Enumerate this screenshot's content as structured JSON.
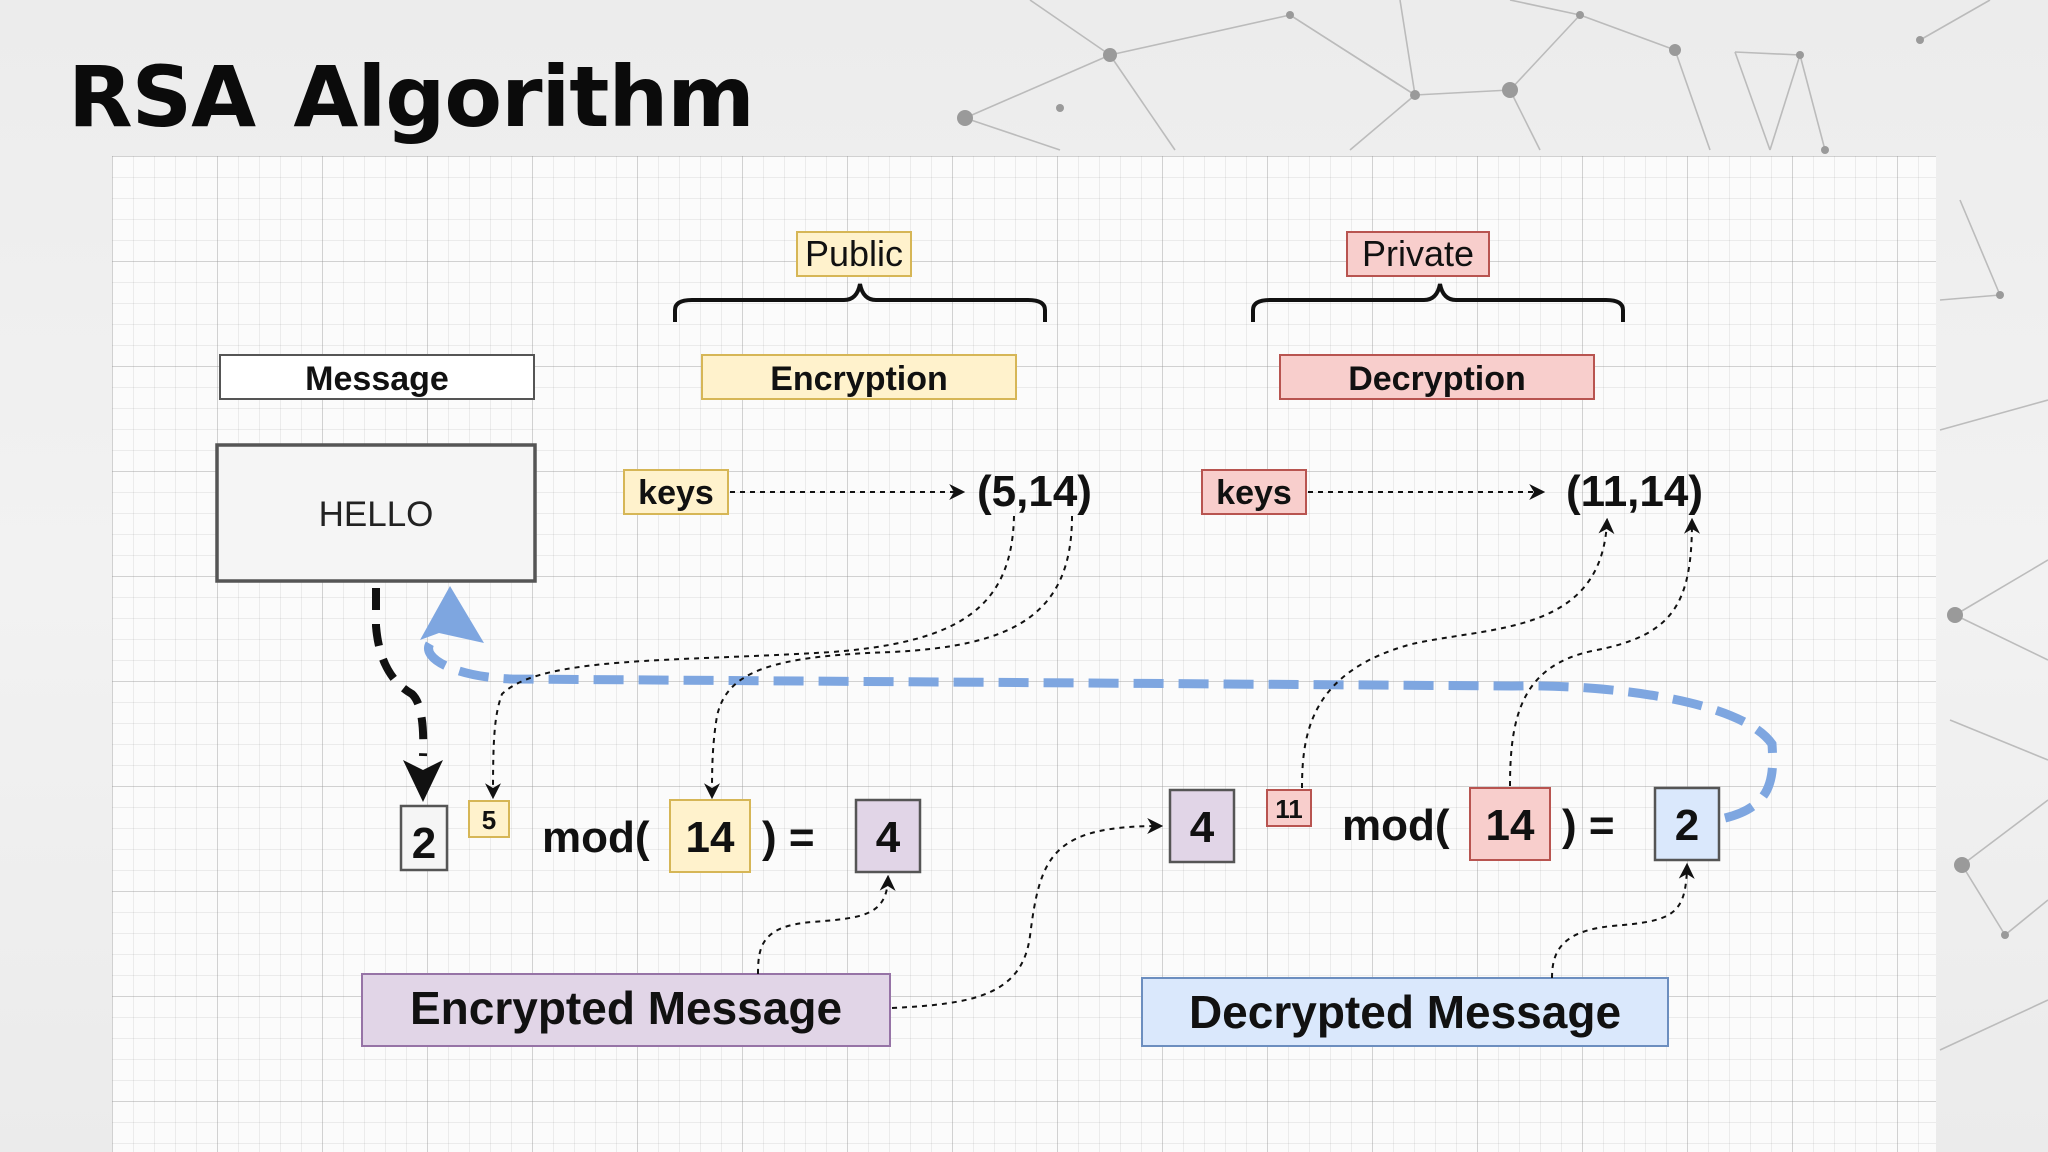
{
  "slide": {
    "title": "RSA  Algorithm"
  },
  "diagram": {
    "message_header": "Message",
    "message_box": "HELLO",
    "public_label": "Public",
    "private_label": "Private",
    "encryption_header": "Encryption",
    "decryption_header": "Decryption",
    "encryption_keys_label": "keys",
    "decryption_keys_label": "keys",
    "public_key_value": "(5,14)",
    "private_key_value": "(11,14)",
    "encryption_equation": {
      "base": "2",
      "exponent": "5",
      "mod_text": "mod(",
      "modulus": "14",
      "close_eq": ") =",
      "result": "4"
    },
    "decryption_equation": {
      "base": "4",
      "exponent": "11",
      "mod_text": "mod(",
      "modulus": "14",
      "close_eq": ") =",
      "result": "2"
    },
    "encrypted_message_label": "Encrypted Message",
    "decrypted_message_label": "Decrypted Message"
  },
  "colors": {
    "public_fill": "#fff2cc",
    "public_stroke": "#d6b656",
    "private_fill": "#f8cecc",
    "private_stroke": "#b85450",
    "encrypted_fill": "#e1d5e7",
    "encrypted_stroke": "#9673a6",
    "decrypted_fill": "#dae8fc",
    "decrypted_stroke": "#6c8ebf",
    "loop_arrow": "#7ea6e0"
  }
}
